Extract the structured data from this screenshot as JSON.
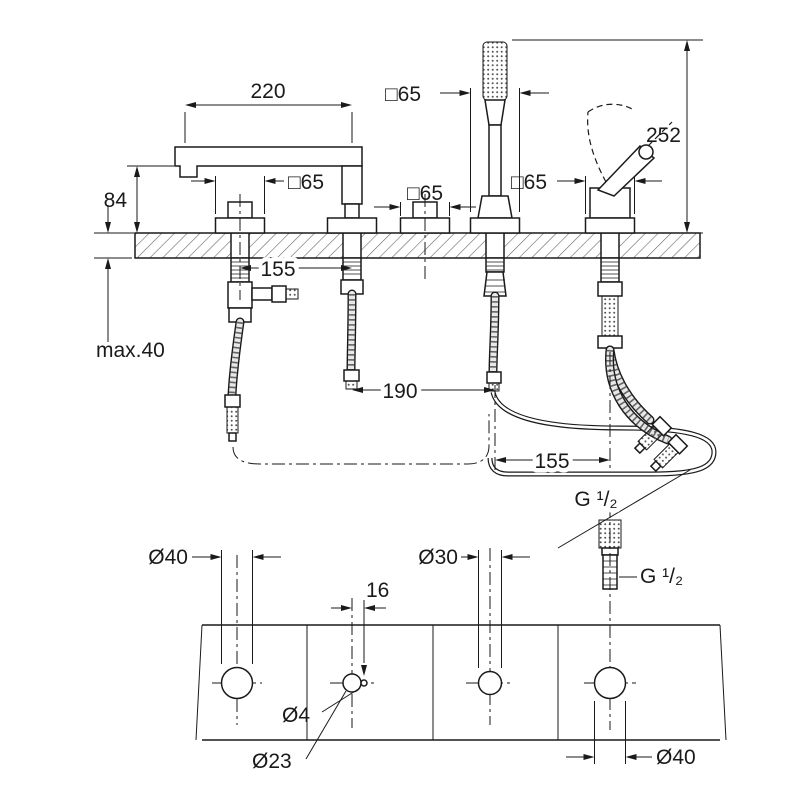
{
  "page": {
    "background": "#ffffff",
    "line_color": "#1a1a1a"
  },
  "top_view": {
    "dimensions": {
      "spout_projection": "220",
      "spout_height": "84",
      "overall_height": "252",
      "deck_max_thickness": "max.40",
      "spacing_spout_to_handle": "155",
      "spacing_handle_to_shower": "190",
      "spacing_shower_to_lever": "155",
      "shower_escutcheon": "□65",
      "left_handle_escutcheon": "□65",
      "right_handle_escutcheon": "□65",
      "lever_escutcheon": "□65",
      "hose_thread": "G ¹/₂",
      "connection_thread": "G ¹/₂"
    }
  },
  "plan_view": {
    "holes": {
      "spout_hole": "Ø40",
      "handle_hole": "Ø23",
      "pilot_hole": "Ø4",
      "pilot_offset": "16",
      "shower_hole": "Ø30",
      "lever_hole": "Ø40"
    }
  }
}
